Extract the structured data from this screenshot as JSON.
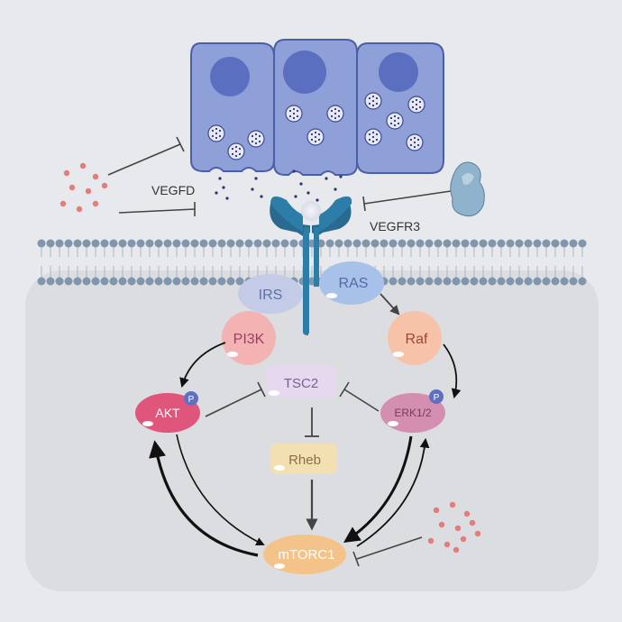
{
  "labels": {
    "vegfd": "VEGFD",
    "vegfr3": "VEGFR3",
    "irs": "IRS",
    "ras": "RAS",
    "pi3k": "PI3K",
    "raf": "Raf",
    "tsc2": "TSC2",
    "akt": "AKT",
    "erk": "ERK1/2",
    "rheb": "Rheb",
    "mtorc1": "mTORC1",
    "phospho": "P"
  },
  "colors": {
    "background": "#e8e9ec",
    "cytoplasm": "#dcdde1",
    "cell_fill": "#8f9fd8",
    "cell_stroke": "#4a5fa8",
    "nucleus": "#5a6fc0",
    "receptor": "#2a7aa0",
    "membrane_head": "#8096ac",
    "irs": "#c3cbe6",
    "ras": "#a8c1e8",
    "pi3k": "#f3b3b3",
    "raf": "#f7c3a8",
    "tsc2": "#e6d9ef",
    "akt": "#e0557c",
    "erk": "#d48fb0",
    "rheb": "#f2e0b2",
    "mtorc1": "#f4c38a",
    "phospho": "#6070c0",
    "particle_red": "#e47c7c",
    "inhibitor_protein": "#8fb3cc"
  }
}
